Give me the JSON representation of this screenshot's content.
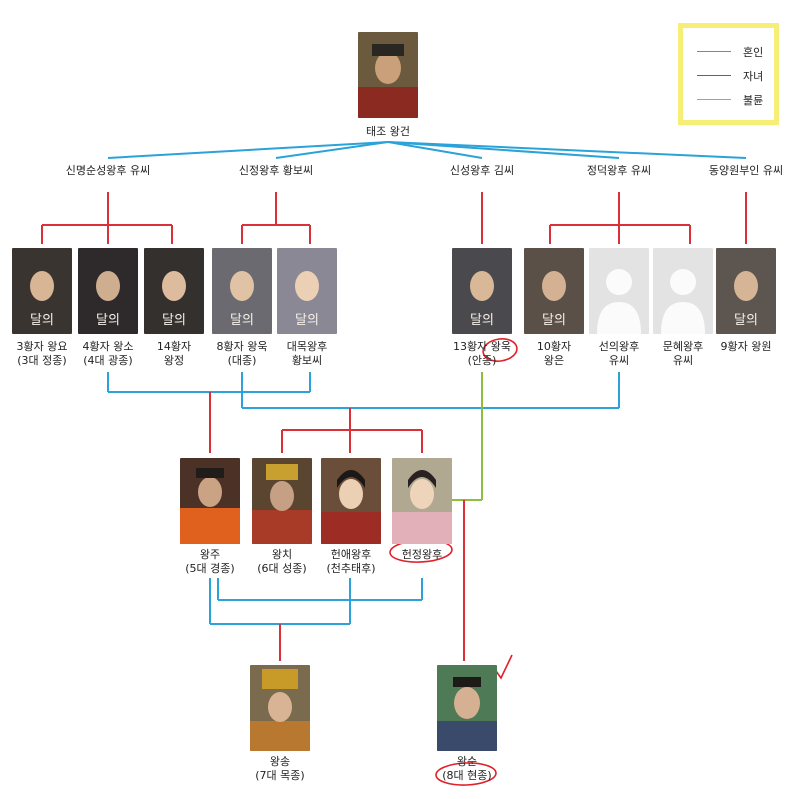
{
  "colors": {
    "marriage": "#2ba3d8",
    "child": "#d9303a",
    "affair": "#8dbe3c",
    "legend_border": "#f7ee78",
    "annotation": "#e0202a"
  },
  "legend": {
    "items": [
      {
        "label": "혼인",
        "color": "#2ba3d8"
      },
      {
        "label": "자녀",
        "color": "#d9303a"
      },
      {
        "label": "불륜",
        "color": "#8dbe3c"
      }
    ]
  },
  "root": {
    "name": "태조 왕건"
  },
  "consorts": [
    {
      "name": "신명순성왕후 유씨"
    },
    {
      "name": "신정왕후 황보씨"
    },
    {
      "name": "신성왕후 김씨"
    },
    {
      "name": "정덕왕후 유씨"
    },
    {
      "name": "동양원부인 유씨"
    }
  ],
  "gen1": [
    {
      "line1": "3황자 왕요",
      "line2": "(3대 정종)"
    },
    {
      "line1": "4황자 왕소",
      "line2": "(4대 광종)"
    },
    {
      "line1": "14황자",
      "line2": "왕정"
    },
    {
      "line1": "8황자 왕욱",
      "line2": "(대종)"
    },
    {
      "line1": "대목왕후",
      "line2": "황보씨"
    },
    {
      "line1": "13황자 왕욱",
      "line2": "(안종)"
    },
    {
      "line1": "10황자",
      "line2": "왕은"
    },
    {
      "line1": "선의왕후",
      "line2": "유씨"
    },
    {
      "line1": "문혜왕후",
      "line2": "유씨"
    },
    {
      "line1": "9황자 왕원",
      "line2": ""
    }
  ],
  "gen2": [
    {
      "line1": "왕주",
      "line2": "(5대 경종)"
    },
    {
      "line1": "왕치",
      "line2": "(6대 성종)"
    },
    {
      "line1": "헌애왕후",
      "line2": "(천추태후)"
    },
    {
      "line1": "헌정왕후",
      "line2": ""
    }
  ],
  "gen3": [
    {
      "line1": "왕송",
      "line2": "(7대 목종)"
    },
    {
      "line1": "왕순",
      "line2": "(8대 현종)"
    }
  ]
}
